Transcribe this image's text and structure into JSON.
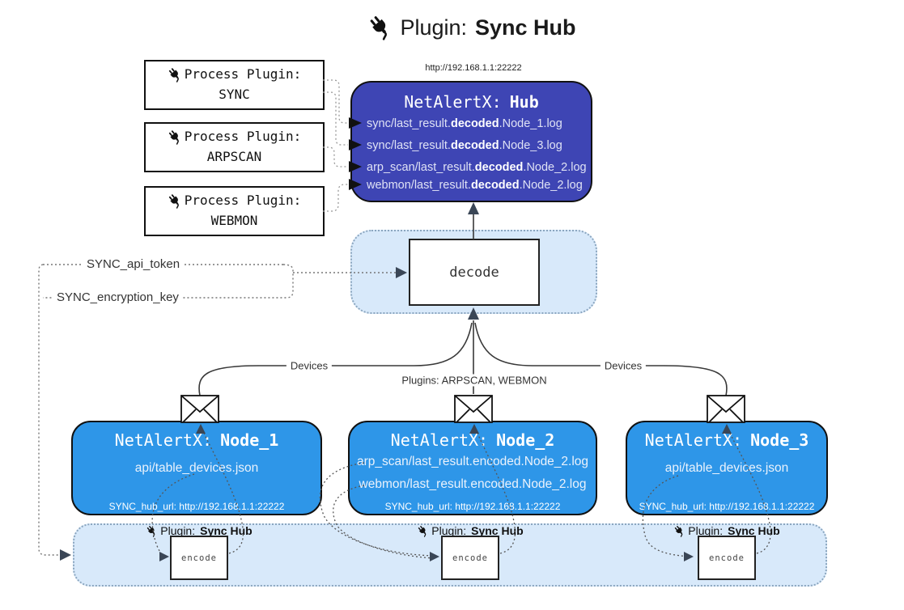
{
  "title": {
    "prefix": "Plugin:",
    "bold": "Sync Hub"
  },
  "process_plugins": [
    {
      "line1": "Process Plugin:",
      "name": "SYNC"
    },
    {
      "line1": "Process Plugin:",
      "name": "ARPSCAN"
    },
    {
      "line1": "Process Plugin:",
      "name": "WEBMON"
    }
  ],
  "hub": {
    "url": "http://192.168.1.1:22222",
    "title_prefix": "NetAlertX:",
    "title_bold": "Hub",
    "logs": [
      {
        "pre": "sync/last_result.",
        "bold": "decoded",
        "post": ".Node_1.log"
      },
      {
        "pre": "sync/last_result.",
        "bold": "decoded",
        "post": ".Node_3.log"
      },
      {
        "pre": "arp_scan/last_result.",
        "bold": "decoded",
        "post": ".Node_2.log"
      },
      {
        "pre": "webmon/last_result.",
        "bold": "decoded",
        "post": ".Node_2.log"
      }
    ]
  },
  "decode": {
    "label": "decode"
  },
  "secrets": {
    "api_token": "SYNC_api_token",
    "encryption_key": "SYNC_encryption_key"
  },
  "edges": {
    "devices_left": "Devices",
    "devices_right": "Devices",
    "plugins_mid": "Plugins: ARPSCAN, WEBMON"
  },
  "nodes": [
    {
      "title_prefix": "NetAlertX:",
      "title_bold": "Node_1",
      "files": [
        "api/table_devices.json"
      ],
      "hub_url": "SYNC_hub_url: http://192.168.1.1:22222"
    },
    {
      "title_prefix": "NetAlertX:",
      "title_bold": "Node_2",
      "files": [
        "arp_scan/last_result.encoded.Node_2.log",
        "webmon/last_result.encoded.Node_2.log"
      ],
      "hub_url": "SYNC_hub_url: http://192.168.1.1:22222"
    },
    {
      "title_prefix": "NetAlertX:",
      "title_bold": "Node_3",
      "files": [
        "api/table_devices.json"
      ],
      "hub_url": "SYNC_hub_url: http://192.168.1.1:22222"
    }
  ],
  "sync_band": {
    "label_prefix": "Plugin:",
    "label_bold": "Sync Hub",
    "encode_label": "encode"
  },
  "colors": {
    "hub_fill": "#3e45b4",
    "node_fill": "#2e96e8",
    "band_fill": "#d8e9fa",
    "band_border": "#8ba6bf",
    "arrow": "#3a4656"
  }
}
